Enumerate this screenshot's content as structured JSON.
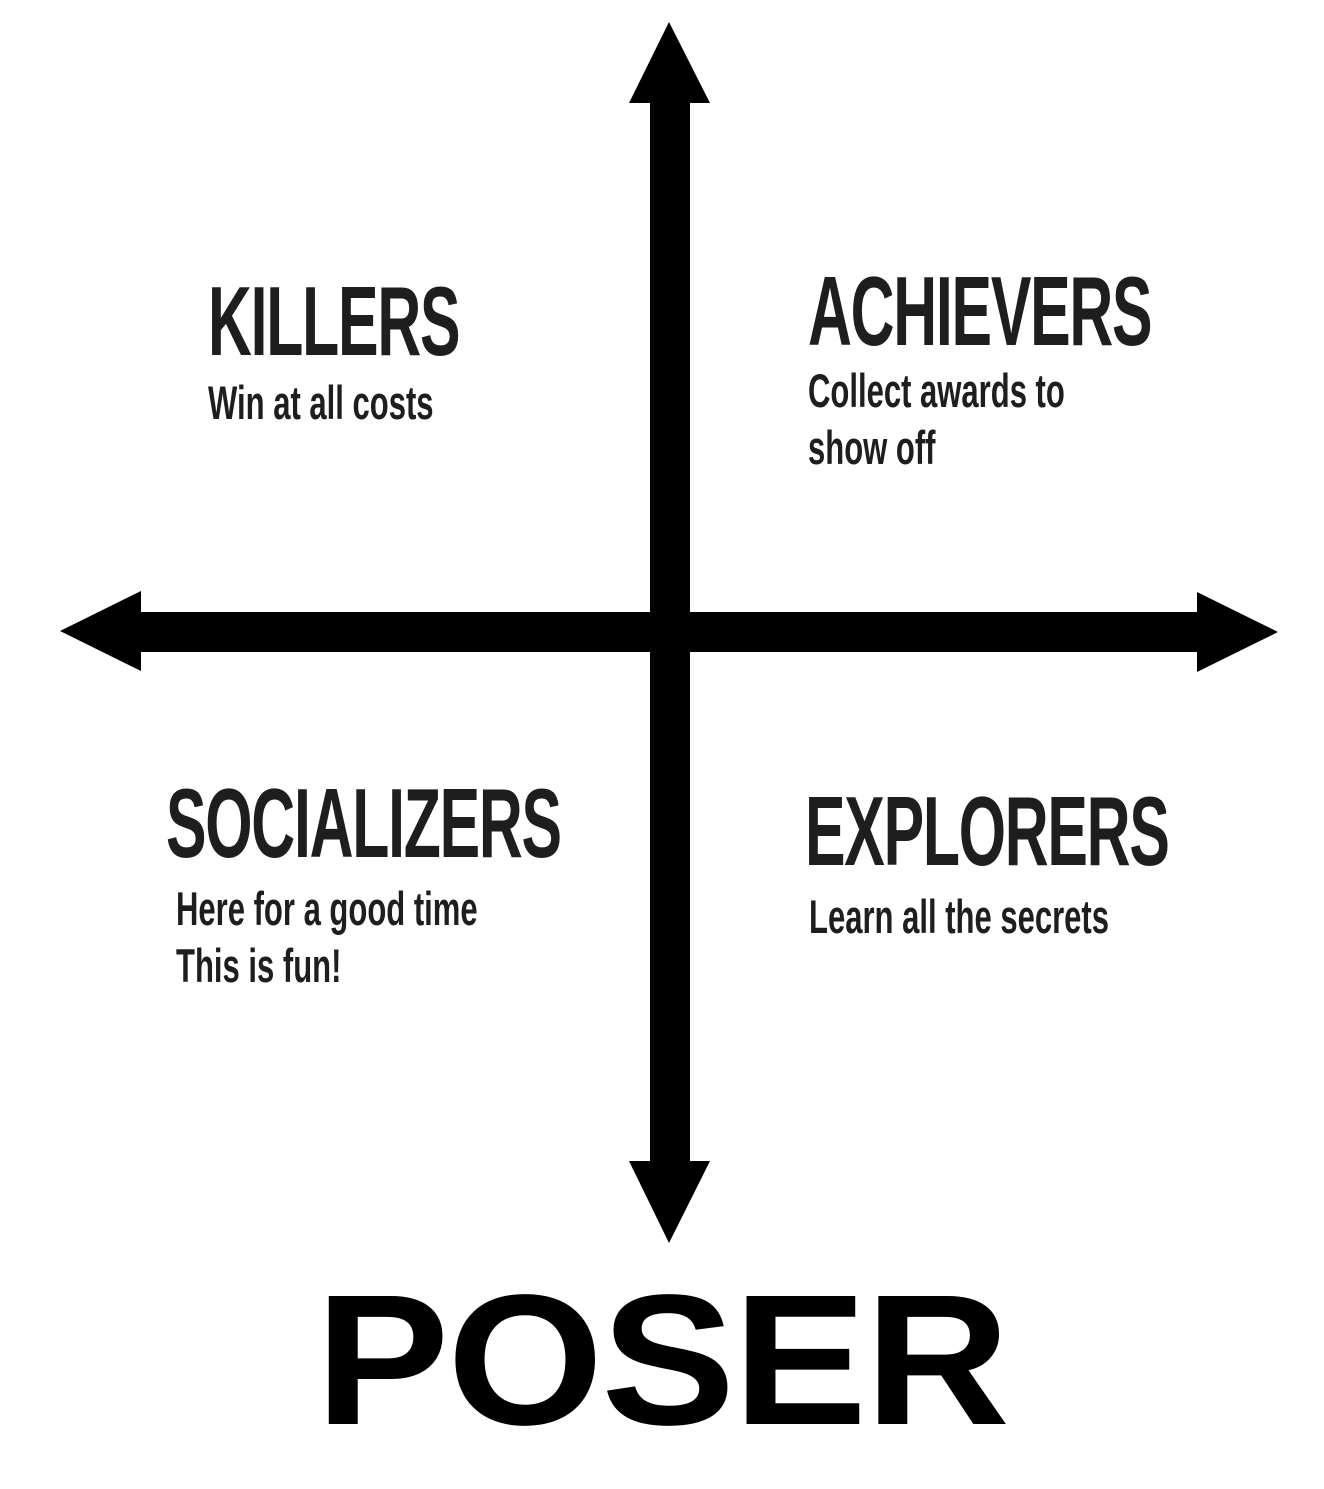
{
  "quadrants": {
    "top_left": {
      "title": "KILLERS",
      "description": [
        "Win at all costs"
      ]
    },
    "top_right": {
      "title": "ACHIEVERS",
      "description": [
        "Collect awards to",
        "show off"
      ]
    },
    "bottom_left": {
      "title": "SOCIALIZERS",
      "description": [
        "Here for a good time",
        "This is fun!"
      ]
    },
    "bottom_right": {
      "title": "EXPLORERS",
      "description": [
        "Learn all the secrets"
      ]
    }
  },
  "brand": "POSER",
  "colors": {
    "ink": "#1e1e1e",
    "axis": "#000000",
    "background": "#ffffff"
  }
}
